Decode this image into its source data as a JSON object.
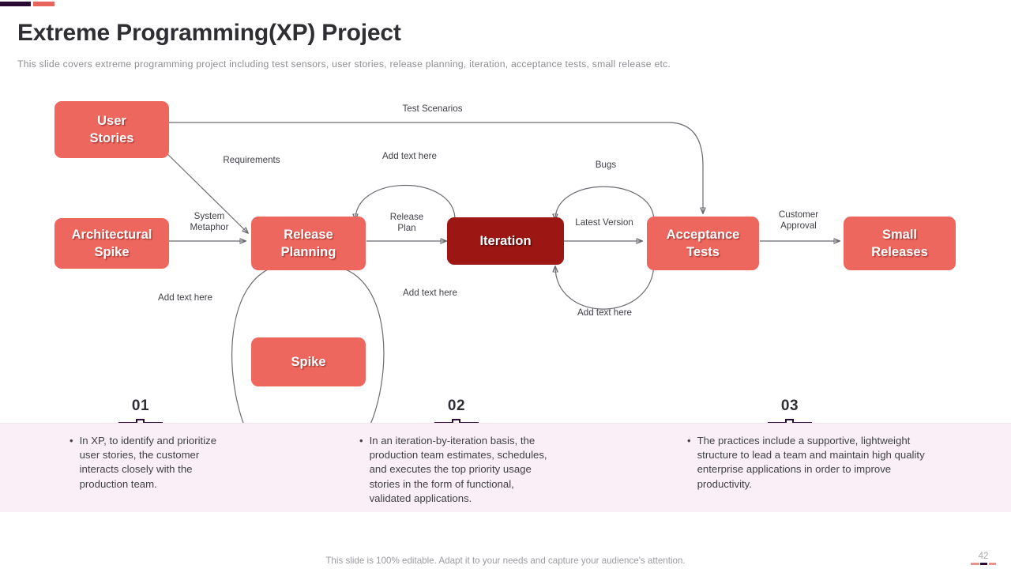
{
  "header": {
    "title": "Extreme Programming(XP) Project",
    "subtitle": "This slide covers extreme programming project including test sensors, user stories, release planning, iteration, acceptance tests, small release etc."
  },
  "theme": {
    "accent_salmon": "#ee675e",
    "accent_dark_red": "#9c1613",
    "accent_purple": "#2b0b33",
    "panel_pink": "#fbeff7",
    "title_color": "#2e2e33",
    "body_color": "#3f3f46",
    "muted_color": "#8d8d92"
  },
  "diagram": {
    "nodes": [
      {
        "id": "user-stories",
        "label": "User\nStories",
        "style": "salmon"
      },
      {
        "id": "architectural-spike",
        "label": "Architectural\nSpike",
        "style": "salmon"
      },
      {
        "id": "release-planning",
        "label": "Release\nPlanning",
        "style": "salmon"
      },
      {
        "id": "iteration",
        "label": "Iteration",
        "style": "dark"
      },
      {
        "id": "acceptance-tests",
        "label": "Acceptance\nTests",
        "style": "salmon"
      },
      {
        "id": "small-releases",
        "label": "Small\nReleases",
        "style": "salmon"
      },
      {
        "id": "spike",
        "label": "Spike",
        "style": "salmon"
      }
    ],
    "edge_labels": {
      "test_scenarios": "Test Scenarios",
      "requirements": "Requirements",
      "system_metaphor": "System\nMetaphor",
      "release_plan_top": "Add text here",
      "release_plan": "Release\nPlan",
      "bugs": "Bugs",
      "latest_version": "Latest Version",
      "iteration_bottom": "Add text here",
      "customer_approval": "Customer\nApproval",
      "spike_left": "Add text here",
      "spike_right": "Add text here"
    }
  },
  "details": [
    {
      "number": "01",
      "text": "In XP, to identify and prioritize user stories, the customer interacts closely with the production team."
    },
    {
      "number": "02",
      "text": "In an iteration-by-iteration basis, the production team estimates, schedules, and executes the top priority usage stories in the form of functional, validated applications."
    },
    {
      "number": "03",
      "text": "The practices include a supportive, lightweight structure to lead a team and maintain high quality enterprise applications in order to improve productivity."
    }
  ],
  "footer": {
    "note": "This slide is 100% editable. Adapt it to your needs and capture your audience's attention.",
    "page_number": "42"
  }
}
